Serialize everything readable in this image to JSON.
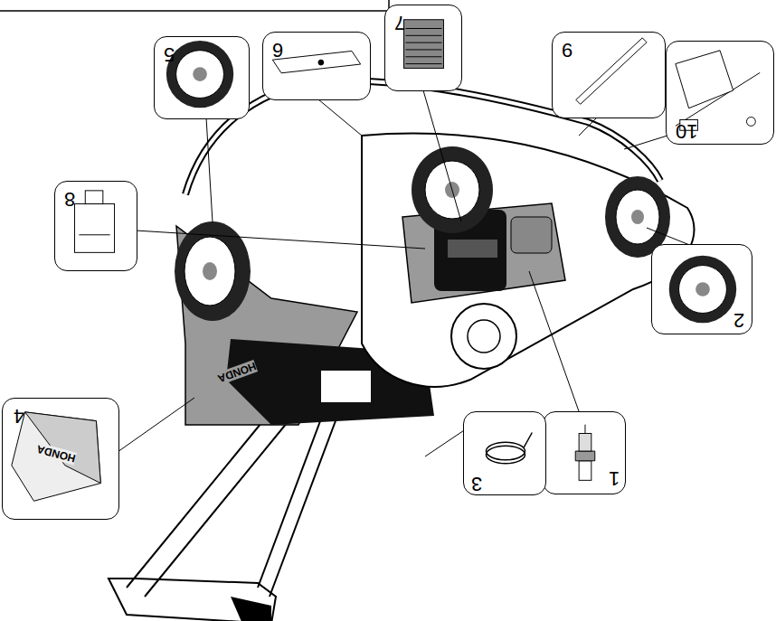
{
  "diagram": {
    "nodes": [
      {
        "text": [
          "1"
        ]
      },
      {
        "text": [
          "2"
        ]
      },
      {
        "text": [
          "3"
        ]
      },
      {
        "text": [
          "4"
        ]
      },
      {
        "text": [
          "5"
        ]
      },
      {
        "text": [
          "6"
        ]
      },
      {
        "text": [
          "7"
        ]
      },
      {
        "text": [
          "8"
        ]
      },
      {
        "text": [
          "9"
        ]
      },
      {
        "text": [
          "10"
        ]
      }
    ],
    "labels": [
      "HONDA",
      "HONDA"
    ]
  }
}
